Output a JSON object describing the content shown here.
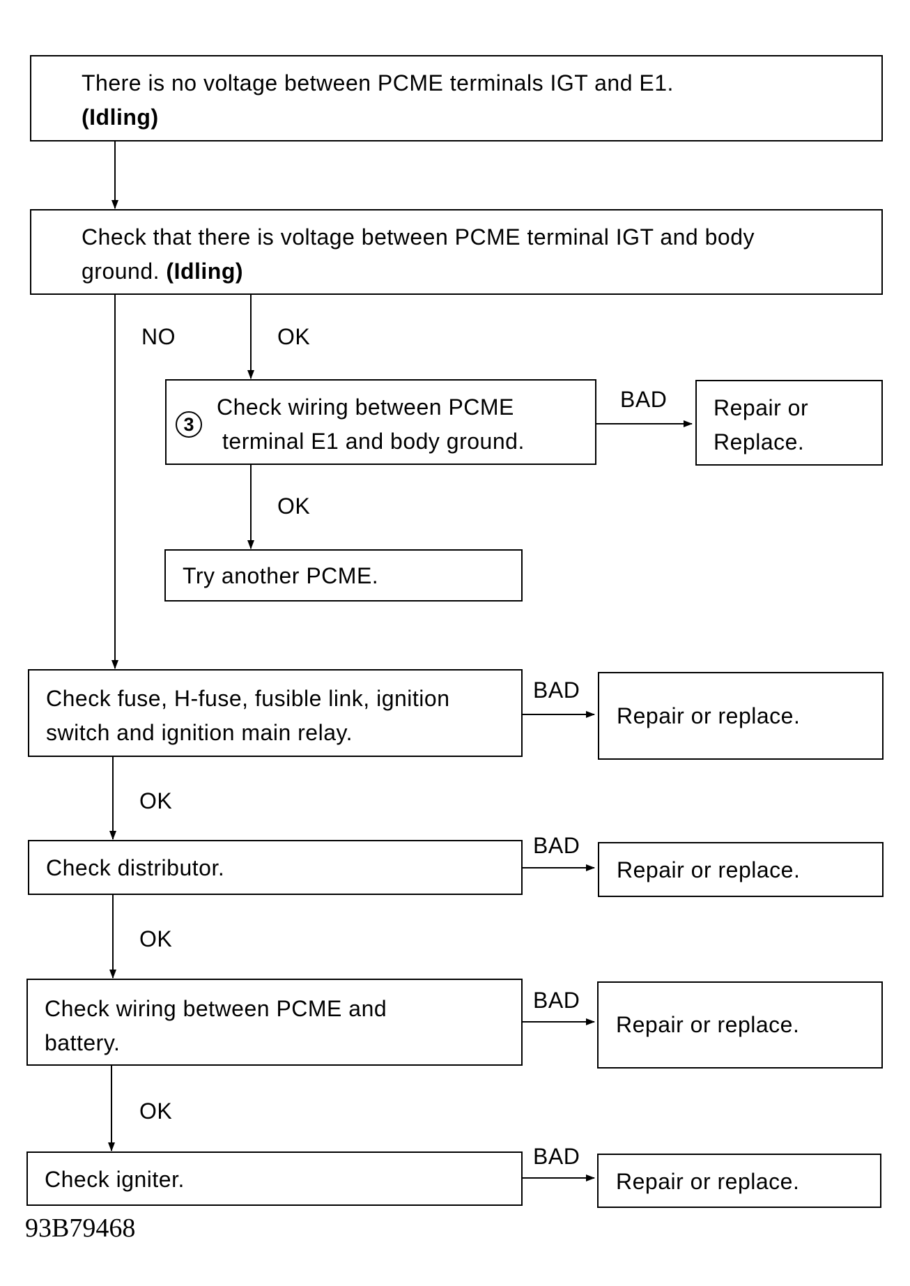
{
  "start": {
    "line1": "There is no voltage between PCME terminals IGT and E1.",
    "line2": "(Idling)"
  },
  "check_voltage": {
    "line1": "Check that there is voltage between PCME terminal IGT and body",
    "line2_text": "ground. ",
    "line2_bold": "(Idling)"
  },
  "check_wiring_e1": {
    "step_number": "3",
    "line1": "Check wiring between PCME",
    "line2": "terminal E1 and body ground."
  },
  "repair_replace_1": {
    "line1": "Repair or",
    "line2": "Replace."
  },
  "try_another": {
    "text": "Try another PCME."
  },
  "check_fuse": {
    "line1": "Check fuse, H-fuse, fusible link, ignition",
    "line2": "switch and ignition main relay."
  },
  "check_distributor": {
    "text": "Check distributor."
  },
  "check_wiring_battery": {
    "line1": "Check wiring between PCME and",
    "line2": "battery."
  },
  "check_igniter": {
    "text": "Check igniter."
  },
  "repair_or_replace": "Repair or replace.",
  "labels": {
    "no": "NO",
    "ok": "OK",
    "bad": "BAD"
  },
  "figure_id": "93B79468"
}
